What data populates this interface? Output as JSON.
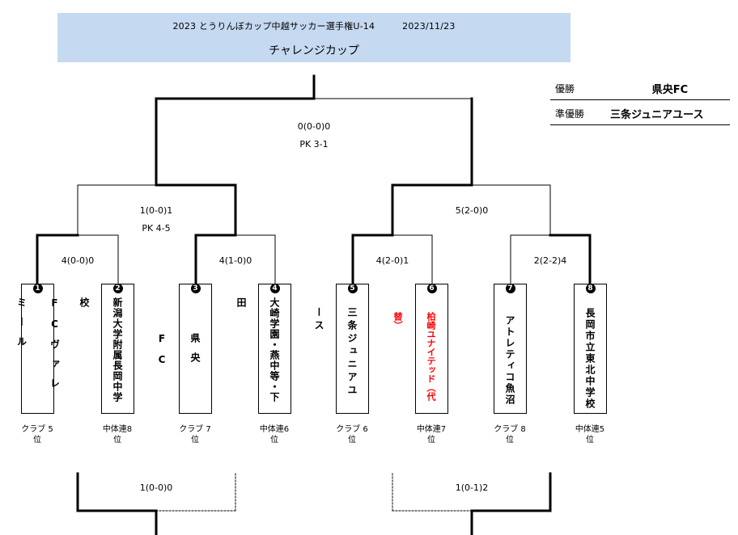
{
  "header": {
    "title": "2023 とうりんぼカップ中越サッカー選手権U-14",
    "date": "2023/11/23",
    "subtitle": "チャレンジカップ"
  },
  "results": {
    "winner_label": "優勝",
    "winner": "県央FC",
    "runner_label": "準優勝",
    "runner": "三条ジュニアユース"
  },
  "scores": {
    "final": "0(0-0)0",
    "final_pk": "PK 3-1",
    "semi_left": "1(0-0)1",
    "semi_left_pk": "PK 4-5",
    "semi_right": "5(2-0)0",
    "qf1": "4(0-0)0",
    "qf2": "4(1-0)0",
    "qf3": "4(2-0)1",
    "qf4": "2(2-2)4",
    "lower_left": "1(0-0)0",
    "lower_right": "1(0-1)2"
  },
  "teams": [
    {
      "seed": "1",
      "name": "FCヴァレミール",
      "rank_line1": "クラブ 5",
      "rank_line2": "位"
    },
    {
      "seed": "2",
      "name": "新潟大学附属長岡中学校",
      "rank_line1": "中体連8",
      "rank_line2": "位"
    },
    {
      "seed": "3",
      "name": "県央FC",
      "rank_line1": "クラブ 7",
      "rank_line2": "位"
    },
    {
      "seed": "4",
      "name": "大崎学園・燕中等・下田",
      "rank_line1": "中体連6",
      "rank_line2": "位"
    },
    {
      "seed": "5",
      "name": "三条ジュニアユース",
      "rank_line1": "クラブ 6",
      "rank_line2": "位"
    },
    {
      "seed": "6",
      "name": "柏崎ユナイテッド（代替）",
      "rank_line1": "中体連7",
      "rank_line2": "位"
    },
    {
      "seed": "7",
      "name": "アトレティコ魚沼",
      "rank_line1": "クラブ 8",
      "rank_line2": "位"
    },
    {
      "seed": "8",
      "name": "長岡市立東北中学校",
      "rank_line1": "中体連5",
      "rank_line2": "位"
    }
  ],
  "colors": {
    "header_bg": "#c5d9f1",
    "highlight_text": "#ff0000",
    "line": "#000000"
  }
}
